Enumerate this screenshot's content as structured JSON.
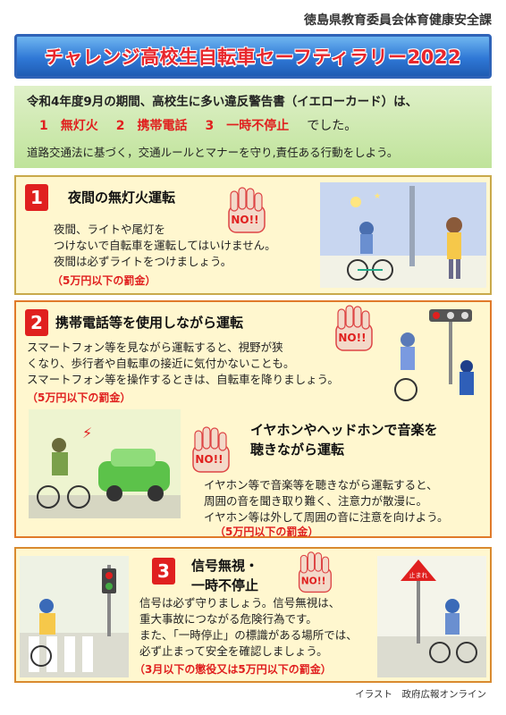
{
  "org": "徳島県教育委員会体育健康安全課",
  "title": "チャレンジ高校生自転車セーフティラリー2022",
  "intro": {
    "line1": "令和4年度9月の期間、高校生に多い違反警告書（イエローカード）は、",
    "items": [
      "1　無灯火",
      "2　携帯電話",
      "3　一時不停止"
    ],
    "items_suffix": "でした。",
    "line3": "道路交通法に基づく，交通ルールとマナーを守り,責任ある行動をしよう。"
  },
  "section1": {
    "num": "1",
    "heading": "夜間の無灯火運転",
    "no": "NO!!",
    "lines": [
      "夜間、ライトや尾灯を",
      "つけないで自転車を運転してはいけません。",
      "夜間は必ずライトをつけましょう。"
    ],
    "fine": "（5万円以下の罰金）"
  },
  "section2": {
    "num": "2",
    "heading": "携帯電話等を使用しながら運転",
    "no": "NO!!",
    "lines": [
      "スマートフォン等を見ながら運転すると、視野が狭",
      "くなり、歩行者や自転車の接近に気付かないことも。",
      "スマートフォン等を操作するときは、自転車を降りましょう。"
    ],
    "fine": "（5万円以下の罰金）",
    "sub_heading_1": "イヤホンやヘッドホンで音楽を",
    "sub_heading_2": "聴きながら運転",
    "sub_no": "NO!!",
    "sub_lines": [
      "イヤホン等で音楽等を聴きながら運転すると、",
      "周囲の音を聞き取り難く、注意力が散漫に。",
      "イヤホン等は外して周囲の音に注意を向けよう。"
    ],
    "sub_fine": "（5万円以下の罰金）"
  },
  "section3": {
    "num": "3",
    "heading_1": "信号無視・",
    "heading_2": "一時不停止",
    "no": "NO!!",
    "sign_text": "止まれ",
    "lines": [
      "信号は必ず守りましょう。信号無視は、",
      "重大事故につながる危険行為です。",
      "また、「一時停止」の標識がある場所では、",
      "必ず止まって安全を確認しましょう。"
    ],
    "fine": "（3月以下の懲役又は5万円以下の罰金）"
  },
  "credit": "イラスト　政府広報オンライン"
}
